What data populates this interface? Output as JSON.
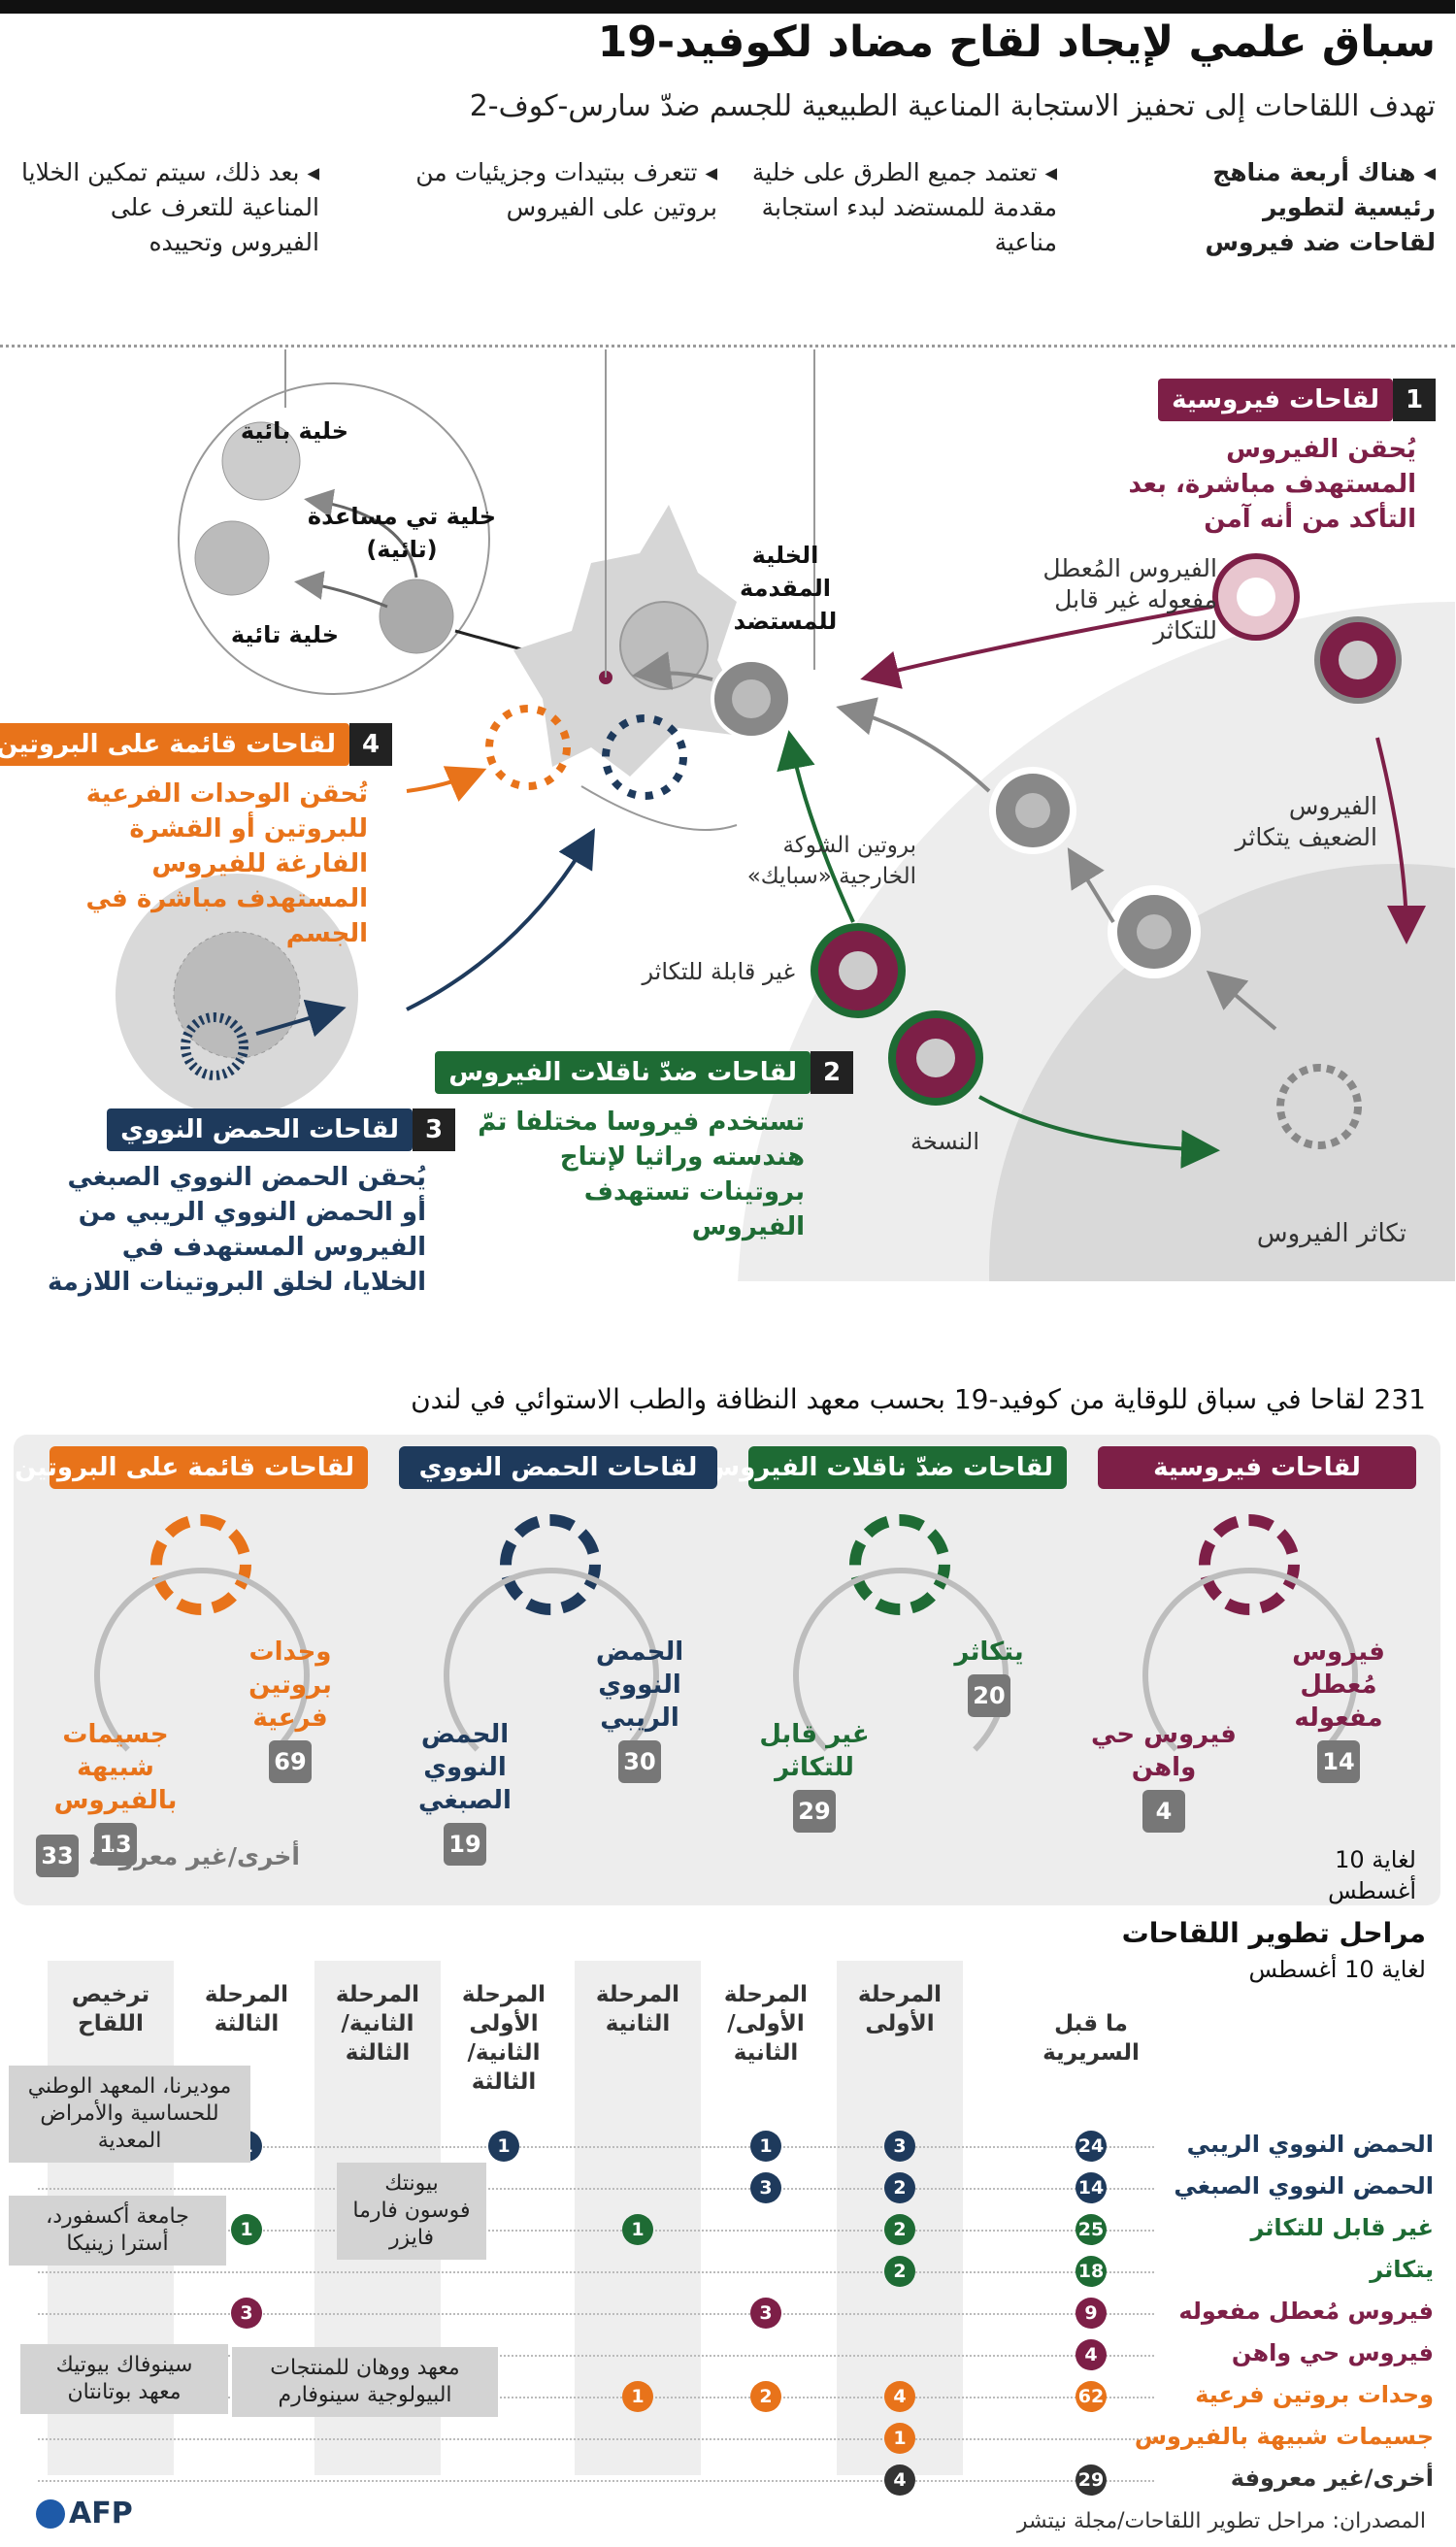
{
  "title": "سباق علمي لإيجاد لقاح مضاد لكوفيد-19",
  "subtitle": "تهدف اللقاحات إلى تحفيز الاستجابة المناعية الطبيعية للجسم ضدّ سارس-كوف-2",
  "intro": {
    "col1": "هناك أربعة مناهج رئيسية لتطوير لقاحات ضد فيروس",
    "col2": "تعتمد جميع الطرق على خلية مقدمة للمستضد لبدء استجابة مناعية",
    "col3": "تتعرف ببتيدات وجزيئيات من بروتين على الفيروس",
    "col4": "بعد ذلك، سيتم تمكين الخلايا المناعية للتعرف على الفيروس وتحييده"
  },
  "diagram": {
    "cells": {
      "b_cell": "خلية بائية",
      "helper_t": "خلية تي مساعدة (تائية)",
      "t_cell": "خلية تائية",
      "apc": "الخلية المقدمة للمستضد"
    },
    "method1": {
      "num": "1",
      "label": "لقاحات فيروسية",
      "desc": "يُحقن الفيروس المستهدف مباشرة، بعد التأكد من أنه آمن",
      "inactivated_note": "الفيروس المُعطل مفعوله غير قابل للتكاثر",
      "weakened_note": "الفيروس الضعيف يتكاثر",
      "replication": "تكاثر الفيروس"
    },
    "spike_note": "بروتين الشوكة الخارجية «سبايك»",
    "method2": {
      "num": "2",
      "label": "لقاحات ضدّ ناقلات الفيروس",
      "desc": "تستخدم فيروسا مختلفا تمّ هندسته وراثيا لإنتاج بروتينات تستهدف الفيروس",
      "nonrep": "غير قابلة للتكاثر",
      "copy": "النسخة"
    },
    "method3": {
      "num": "3",
      "label": "لقاحات الحمض النووي",
      "desc": "يُحقن الحمض النووي الصبغي أو الحمض النووي الريبي من الفيروس المستهدف في الخلايا، لخلق البروتينات اللازمة"
    },
    "method4": {
      "num": "4",
      "label": "لقاحات قائمة على البروتين",
      "desc": "تُحقن الوحدات الفرعية للبروتين أو القشرة الفارغة للفيروس المستهدف مباشرة في الجسم"
    }
  },
  "race": {
    "heading": "231 لقاحا في سباق للوقاية من كوفيد-19 بحسب معهد النظافة والطب الاستوائي في لندن",
    "groups": [
      {
        "label": "لقاحات فيروسية",
        "color": "#7d1f47",
        "items": [
          {
            "name": "فيروس مُعطل مفعوله",
            "count": "14"
          },
          {
            "name": "فيروس حي واهن",
            "count": "4"
          }
        ]
      },
      {
        "label": "لقاحات ضدّ ناقلات الفيروس",
        "color": "#1e6b34",
        "items": [
          {
            "name": "يتكاثر",
            "count": "20"
          },
          {
            "name": "غير قابل للتكاثر",
            "count": "29"
          }
        ]
      },
      {
        "label": "لقاحات الحمض النووي",
        "color": "#1e3a5c",
        "items": [
          {
            "name": "الحمض النووي الريبي",
            "count": "30"
          },
          {
            "name": "الحمض النووي الصبغي",
            "count": "19"
          }
        ]
      },
      {
        "label": "لقاحات قائمة على البروتين",
        "color": "#e8731a",
        "items": [
          {
            "name": "وحدات بروتين فرعية",
            "count": "69"
          },
          {
            "name": "جسيمات شبيهة بالفيروس",
            "count": "13"
          }
        ]
      }
    ],
    "asof": "لغاية 10 أغسطس",
    "other": "أخرى/غير معروفة",
    "other_count": "33"
  },
  "stages": {
    "heading": "مراحل تطوير اللقاحات",
    "asof": "لغاية 10 أغسطس",
    "columns": [
      "ما قبل السريرية",
      "المرحلة الأولى",
      "المرحلة الأولى/الثانية",
      "المرحلة الثانية",
      "المرحلة الأولى الثانية/الثالثة",
      "المرحلة الثانية/الثالثة",
      "المرحلة الثالثة",
      "ترخيص اللقاح"
    ],
    "rows": [
      {
        "name": "الحمض النووي الريبي",
        "color": "#1e3a5c",
        "vals": [
          "24",
          "3",
          "1",
          "",
          "1",
          "",
          "1",
          ""
        ]
      },
      {
        "name": "الحمض النووي الصبغي",
        "color": "#1e3a5c",
        "vals": [
          "14",
          "2",
          "3",
          "",
          "",
          "",
          "",
          ""
        ]
      },
      {
        "name": "غير قابل للتكاثر",
        "color": "#1e6b34",
        "vals": [
          "25",
          "2",
          "",
          "1",
          "",
          "",
          "1",
          ""
        ]
      },
      {
        "name": "يتكاثر",
        "color": "#1e6b34",
        "vals": [
          "18",
          "2",
          "",
          "",
          "",
          "",
          "",
          ""
        ]
      },
      {
        "name": "فيروس مُعطل مفعوله",
        "color": "#7d1f47",
        "vals": [
          "9",
          "",
          "3",
          "",
          "",
          "",
          "3",
          ""
        ]
      },
      {
        "name": "فيروس حي واهن",
        "color": "#7d1f47",
        "vals": [
          "4",
          "",
          "",
          "",
          "",
          "",
          "",
          ""
        ]
      },
      {
        "name": "وحدات بروتين فرعية",
        "color": "#e8731a",
        "vals": [
          "62",
          "4",
          "2",
          "1",
          "",
          "",
          "",
          ""
        ]
      },
      {
        "name": "جسيمات شبيهة بالفيروس",
        "color": "#e8731a",
        "vals": [
          "",
          "1",
          "",
          "",
          "",
          "",
          "",
          ""
        ]
      },
      {
        "name": "أخرى/غير معروفة",
        "color": "#333333",
        "vals": [
          "29",
          "4",
          "",
          "",
          "",
          "",
          "",
          ""
        ]
      }
    ],
    "callouts": {
      "moderna": "موديرنا، المعهد الوطني للحساسية والأمراض المعدية",
      "biontech": "بيونتك فوسون فارما فايزر",
      "oxford": "جامعة أكسفورد، أسترا زينيكا",
      "sinovac": "سينوفاك بيوتيك معهد بوتانتان",
      "wuhan": "معهد ووهان للمنتجات البيولوجية سينوفارم"
    }
  },
  "footer": {
    "sources": "المصدران: مراحل تطوير اللقاحات/مجلة نيتشر",
    "logo": "AFP"
  }
}
